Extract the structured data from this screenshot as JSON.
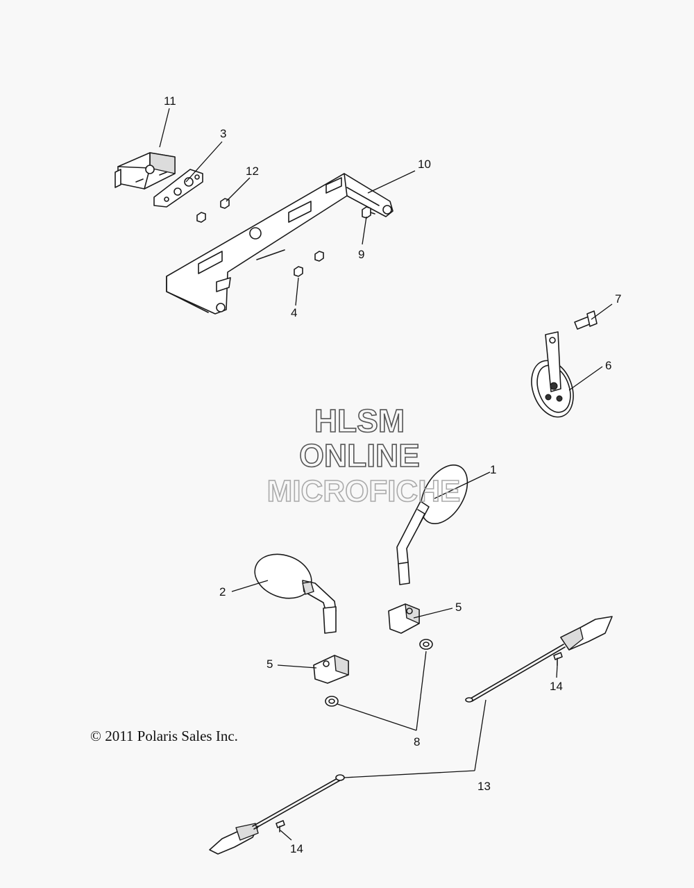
{
  "watermark": {
    "line1": "HLSM",
    "line2": "ONLINE",
    "line3": "MICROFICHE"
  },
  "copyright": "© 2011 Polaris Sales Inc.",
  "callouts": {
    "c1": "1",
    "c2": "2",
    "c3": "3",
    "c4": "4",
    "c5a": "5",
    "c5b": "5",
    "c6": "6",
    "c7": "7",
    "c8": "8",
    "c9": "9",
    "c10": "10",
    "c11": "11",
    "c12": "12",
    "c13": "13",
    "c14a": "14",
    "c14b": "14"
  },
  "colors": {
    "line": "#1a1a1a",
    "background": "#f8f8f8",
    "watermark_dark": "#555555",
    "watermark_light": "#aaaaaa"
  }
}
